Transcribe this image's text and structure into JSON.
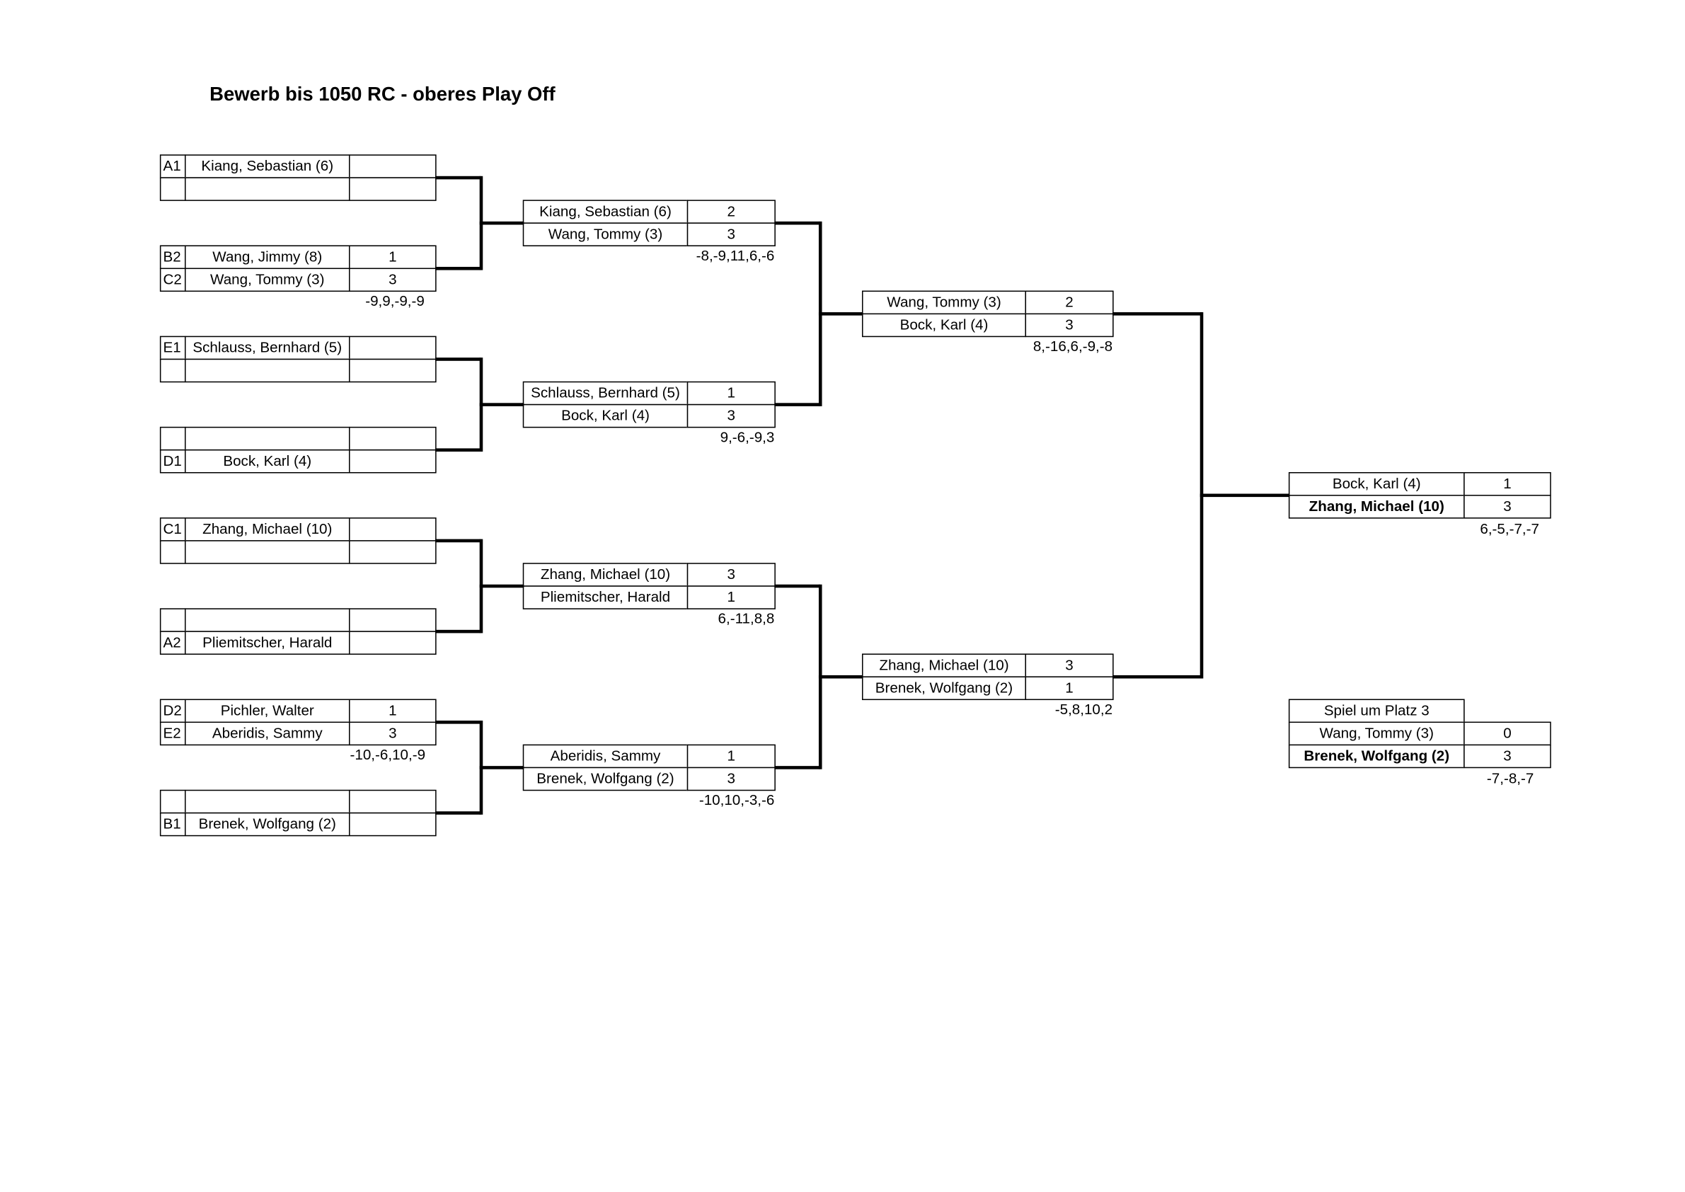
{
  "title": "Bewerb bis 1050 RC - oberes Play Off",
  "round1": [
    {
      "id": "m1",
      "top": {
        "seed": "A1",
        "name": "Kiang, Sebastian (6)",
        "score": ""
      },
      "bottom": {
        "seed": "",
        "name": "",
        "score": ""
      },
      "result": ""
    },
    {
      "id": "m2",
      "top": {
        "seed": "B2",
        "name": "Wang, Jimmy (8)",
        "score": "1"
      },
      "bottom": {
        "seed": "C2",
        "name": "Wang, Tommy (3)",
        "score": "3"
      },
      "result": "-9,9,-9,-9"
    },
    {
      "id": "m3",
      "top": {
        "seed": "E1",
        "name": "Schlauss, Bernhard (5)",
        "score": ""
      },
      "bottom": {
        "seed": "",
        "name": "",
        "score": ""
      },
      "result": ""
    },
    {
      "id": "m4",
      "top": {
        "seed": "",
        "name": "",
        "score": ""
      },
      "bottom": {
        "seed": "D1",
        "name": "Bock, Karl (4)",
        "score": ""
      },
      "result": ""
    },
    {
      "id": "m5",
      "top": {
        "seed": "C1",
        "name": "Zhang, Michael (10)",
        "score": ""
      },
      "bottom": {
        "seed": "",
        "name": "",
        "score": ""
      },
      "result": ""
    },
    {
      "id": "m6",
      "top": {
        "seed": "",
        "name": "",
        "score": ""
      },
      "bottom": {
        "seed": "A2",
        "name": "Pliemitscher, Harald",
        "score": ""
      },
      "result": ""
    },
    {
      "id": "m7",
      "top": {
        "seed": "D2",
        "name": "Pichler, Walter",
        "score": "1"
      },
      "bottom": {
        "seed": "E2",
        "name": "Aberidis, Sammy",
        "score": "3"
      },
      "result": "-10,-6,10,-9"
    },
    {
      "id": "m8",
      "top": {
        "seed": "",
        "name": "",
        "score": ""
      },
      "bottom": {
        "seed": "B1",
        "name": "Brenek, Wolfgang (2)",
        "score": ""
      },
      "result": ""
    }
  ],
  "quarterfinals": [
    {
      "top": {
        "name": "Kiang, Sebastian (6)",
        "score": "2"
      },
      "bottom": {
        "name": "Wang, Tommy (3)",
        "score": "3"
      },
      "result": "-8,-9,11,6,-6"
    },
    {
      "top": {
        "name": "Schlauss, Bernhard (5)",
        "score": "1"
      },
      "bottom": {
        "name": "Bock, Karl (4)",
        "score": "3"
      },
      "result": "9,-6,-9,3"
    },
    {
      "top": {
        "name": "Zhang, Michael (10)",
        "score": "3"
      },
      "bottom": {
        "name": "Pliemitscher, Harald",
        "score": "1"
      },
      "result": "6,-11,8,8"
    },
    {
      "top": {
        "name": "Aberidis, Sammy",
        "score": "1"
      },
      "bottom": {
        "name": "Brenek, Wolfgang (2)",
        "score": "3"
      },
      "result": "-10,10,-3,-6"
    }
  ],
  "semifinals": [
    {
      "top": {
        "name": "Wang, Tommy (3)",
        "score": "2"
      },
      "bottom": {
        "name": "Bock, Karl (4)",
        "score": "3"
      },
      "result": "8,-16,6,-9,-8"
    },
    {
      "top": {
        "name": "Zhang, Michael (10)",
        "score": "3"
      },
      "bottom": {
        "name": "Brenek, Wolfgang (2)",
        "score": "1"
      },
      "result": "-5,8,10,2"
    }
  ],
  "final": {
    "top": {
      "name": "Bock, Karl (4)",
      "score": "1"
    },
    "bottom": {
      "name": "Zhang, Michael (10)",
      "score": "3"
    },
    "result": "6,-5,-7,-7"
  },
  "third_place": {
    "label": "Spiel um Platz 3",
    "top": {
      "name": "Wang, Tommy (3)",
      "score": "0"
    },
    "bottom": {
      "name": "Brenek, Wolfgang (2)",
      "score": "3"
    },
    "result": "-7,-8,-7"
  }
}
